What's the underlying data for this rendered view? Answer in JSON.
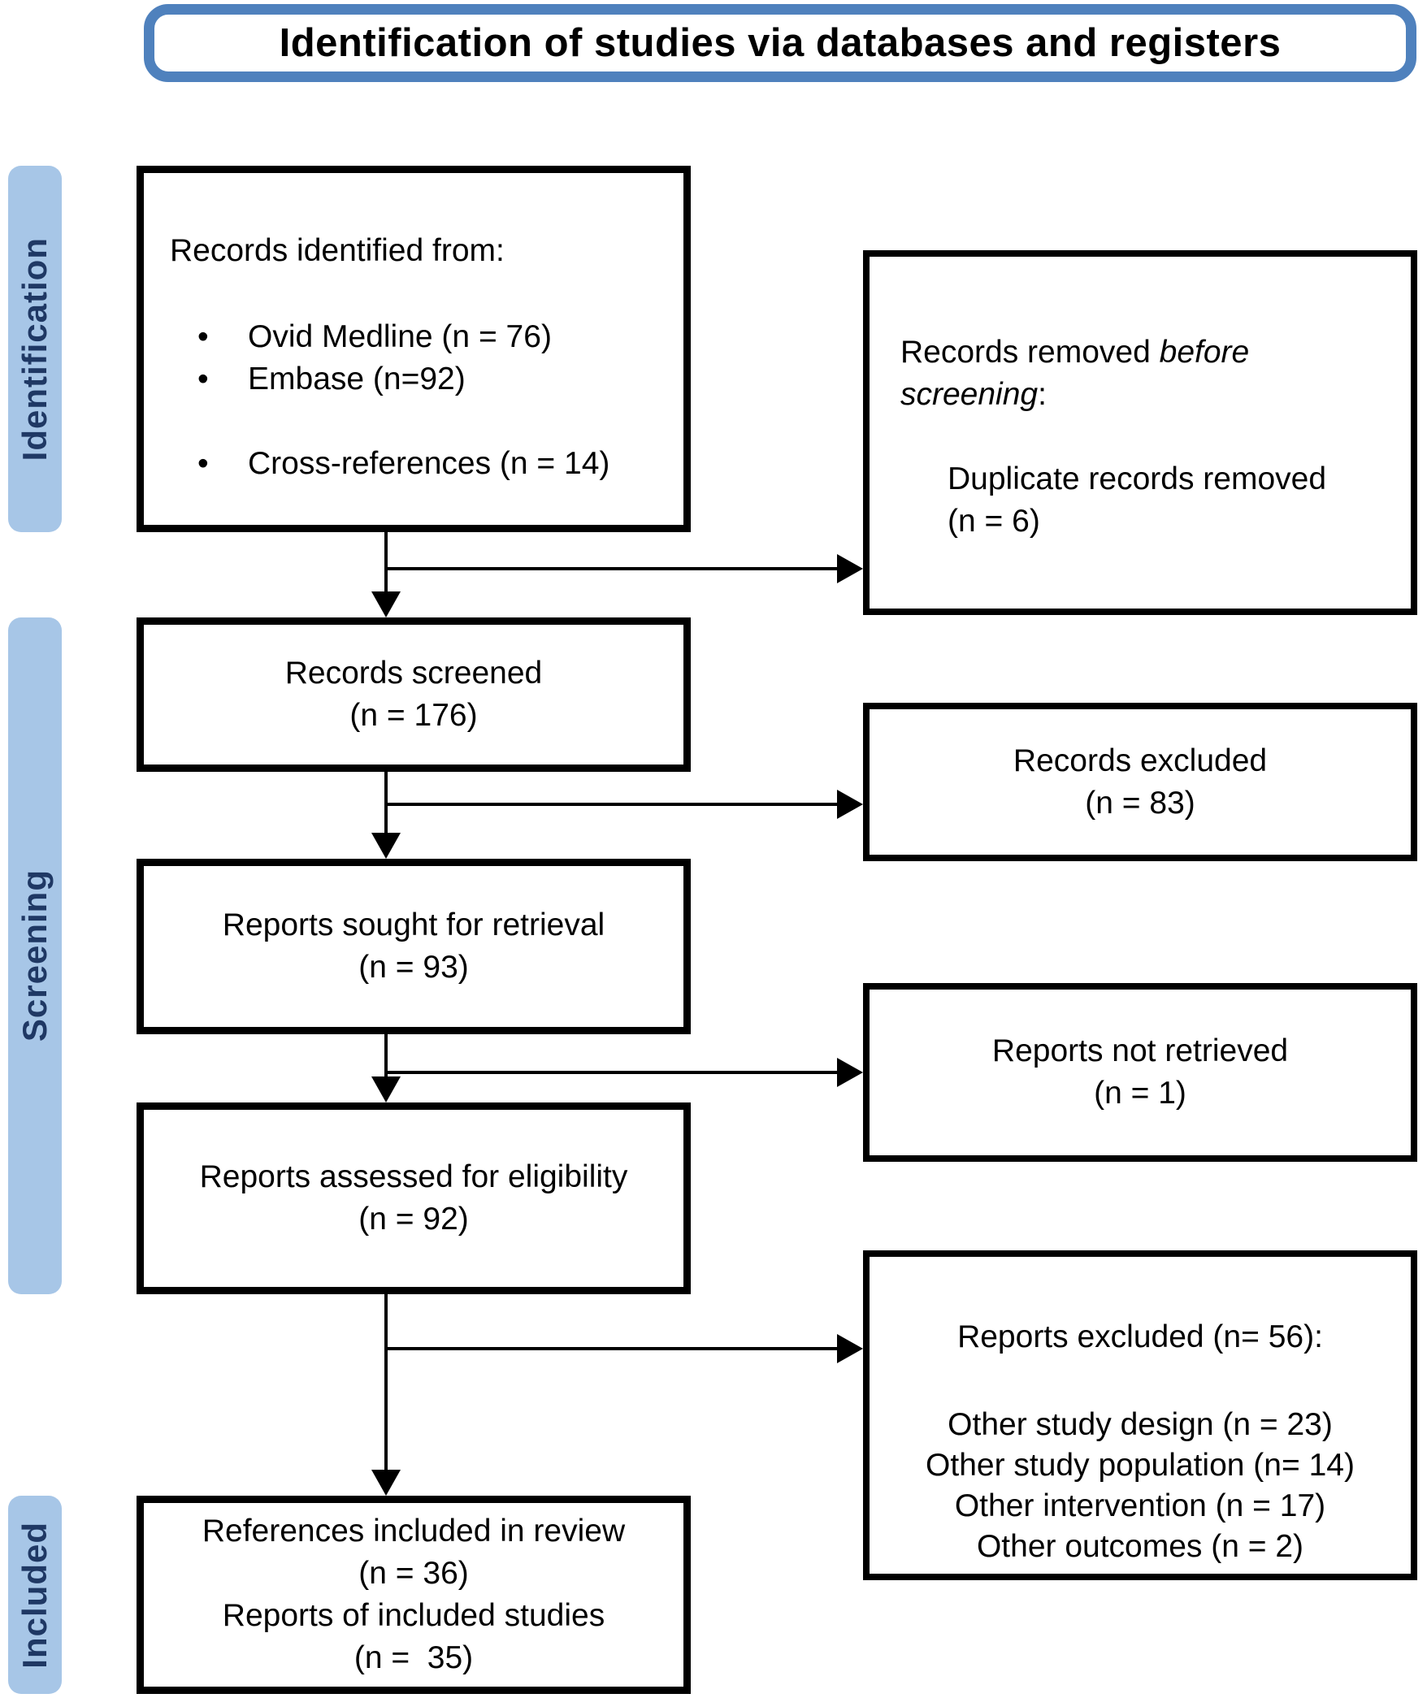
{
  "title": "Identification of studies via databases and registers",
  "colors": {
    "accent_border": "#4F81BD",
    "ribbon_fill": "#A7C6E7",
    "ribbon_text": "#1F3864",
    "box_border": "#000000",
    "background": "#FFFFFF"
  },
  "ribbons": [
    {
      "id": "identification",
      "label": "Identification"
    },
    {
      "id": "screening",
      "label": "Screening"
    },
    {
      "id": "included",
      "label": "Included"
    }
  ],
  "flow": {
    "records_identified": {
      "heading": "Records identified from:",
      "bullets": [
        "Ovid Medline (n = 76)",
        "Embase (n=92)",
        "Cross-references (n = 14)"
      ]
    },
    "records_removed": {
      "prefix": "Records removed ",
      "emphasis": "before screening",
      "suffix": ":",
      "detail": "Duplicate records removed (n = 6)"
    },
    "records_screened": {
      "line1": "Records screened",
      "line2": "(n = 176)"
    },
    "records_excluded": {
      "line1": "Records excluded",
      "line2": "(n = 83)"
    },
    "reports_sought": {
      "line1": "Reports sought for retrieval",
      "line2": "(n = 93)"
    },
    "reports_not_retrieved": {
      "line1": "Reports not retrieved",
      "line2": "(n = 1)"
    },
    "reports_assessed": {
      "line1": "Reports assessed for eligibility",
      "line2": "(n = 92)"
    },
    "reports_excluded": {
      "heading": "Reports excluded (n= 56):",
      "reasons": [
        "Other study design (n = 23)",
        "Other study population (n= 14)",
        "Other intervention (n = 17)",
        "Other outcomes (n = 2)"
      ]
    },
    "included": {
      "lines": [
        "References included in review",
        "(n = 36)",
        "Reports of included studies",
        "(n =  35)"
      ]
    }
  }
}
